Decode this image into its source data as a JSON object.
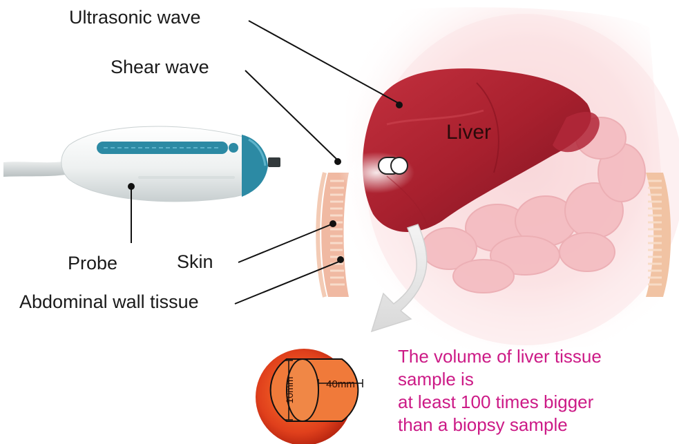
{
  "labels": {
    "ultrasonic_wave": "Ultrasonic wave",
    "shear_wave": "Shear wave",
    "liver": "Liver",
    "probe": "Probe",
    "skin": "Skin",
    "abdominal_wall": "Abdominal wall tissue"
  },
  "sample": {
    "length": "40mm",
    "diameter": "10mm"
  },
  "callout": {
    "line1": "The volume of liver tissue",
    "line2": "sample is",
    "line3": "at least 100 times bigger",
    "line4": "than a biopsy sample"
  },
  "colors": {
    "callout_text": "#cc1a86",
    "liver": "#a8202e",
    "sample_circle": "#e0401c",
    "probe_accent": "#2c8aa4"
  }
}
